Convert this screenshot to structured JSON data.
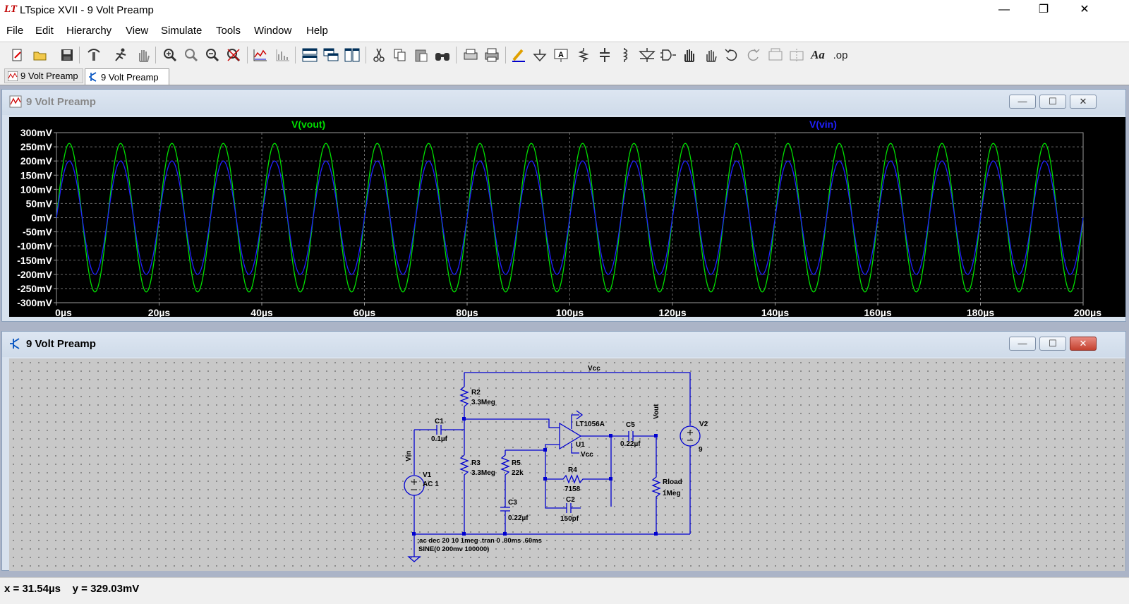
{
  "app": {
    "title": "LTspice XVII - 9 Volt Preamp",
    "logo_text": "LT",
    "controls": {
      "minimize": "—",
      "maximize": "❐",
      "close": "✕"
    }
  },
  "menu": [
    "File",
    "Edit",
    "Hierarchy",
    "View",
    "Simulate",
    "Tools",
    "Window",
    "Help"
  ],
  "toolbar": {
    "icons": [
      "new-schematic-icon",
      "open-icon",
      "save-icon",
      "control-panel-icon",
      "run-icon",
      "halt-icon",
      "zoom-in-icon",
      "zoom-pan-icon",
      "zoom-out-icon",
      "zoom-fit-icon",
      "autorange-icon",
      "fft-icon",
      "tile-horizontal-icon",
      "cascade-icon",
      "tile-vertical-icon",
      "cut-icon",
      "copy-icon",
      "paste-icon",
      "find-icon",
      "print-preview-icon",
      "print-icon",
      "wire-icon",
      "ground-icon",
      "label-net-icon",
      "resistor-icon",
      "capacitor-icon",
      "inductor-icon",
      "diode-icon",
      "component-icon",
      "move-icon",
      "drag-icon",
      "undo-icon",
      "redo-icon",
      "rotate-icon",
      "mirror-icon",
      "text-icon",
      "spice-directive-icon"
    ],
    "text_label": "Aa",
    "op_label": ".op"
  },
  "tabs": [
    {
      "label": "9 Volt Preamp",
      "kind": "waveform",
      "active": false
    },
    {
      "label": "9 Volt Preamp",
      "kind": "schematic",
      "active": true
    }
  ],
  "waveform_window": {
    "title": "9 Volt Preamp",
    "buttons": {
      "minimize": "—",
      "maximize": "☐",
      "close": "✕"
    }
  },
  "schematic_window": {
    "title": "9 Volt Preamp",
    "buttons": {
      "minimize": "—",
      "maximize": "☐",
      "close": "✕"
    },
    "labels": {
      "vcc_top": "Vcc",
      "r2": "R2",
      "r2_val": "3.3Meg",
      "c1": "C1",
      "c1_val": "0.1µf",
      "vin": "Vin",
      "r3": "R3",
      "r3_val": "3.3Meg",
      "v1": "V1",
      "v1_val": "AC 1",
      "r5": "R5",
      "r5_val": "22k",
      "c3": "C3",
      "c3_val": "0.22µf",
      "opamp": "LT1056A",
      "u1": "U1",
      "vcc_bot": "Vcc",
      "r4": "R4",
      "r4_val": "7158",
      "c2": "C2",
      "c2_val": "150pf",
      "c5": "C5",
      "c5_val": "0.22µf",
      "vout": "Vout",
      "rload": "Rload",
      "rload_val": "1Meg",
      "v2": "V2",
      "v2_val": "9",
      "directive1": ";ac dec 20 10 1meg   .tran 0 .80ms .60ms",
      "directive2": "SINE(0 200mv 100000)"
    },
    "colors": {
      "wire": "#0000d0",
      "text": "#000000",
      "background": "#c8c8c8"
    }
  },
  "chart_data": {
    "type": "line",
    "title": "",
    "xlabel": "",
    "ylabel": "",
    "x_unit": "µs",
    "xlim": [
      0,
      200
    ],
    "ylim": [
      -300,
      300
    ],
    "x_ticks": [
      0,
      20,
      40,
      60,
      80,
      100,
      120,
      140,
      160,
      180,
      200
    ],
    "x_tick_labels": [
      "0µs",
      "20µs",
      "40µs",
      "60µs",
      "80µs",
      "100µs",
      "120µs",
      "140µs",
      "160µs",
      "180µs",
      "200µs"
    ],
    "y_ticks": [
      300,
      250,
      200,
      150,
      100,
      50,
      0,
      -50,
      -100,
      -150,
      -200,
      -250,
      -300
    ],
    "y_tick_labels": [
      "300mV",
      "250mV",
      "200mV",
      "150mV",
      "100mV",
      "50mV",
      "0mV",
      "-50mV",
      "-100mV",
      "-150mV",
      "-200mV",
      "-250mV",
      "-300mV"
    ],
    "grid": true,
    "background": "#000000",
    "series": [
      {
        "name": "V(vout)",
        "color": "#00e000",
        "amplitude_mV": 262,
        "frequency_kHz": 100,
        "phase_deg": 0
      },
      {
        "name": "V(vin)",
        "color": "#2020ff",
        "amplitude_mV": 200,
        "frequency_kHz": 100,
        "phase_deg": 0
      }
    ]
  },
  "status": {
    "x_label": "x = ",
    "x_value": "31.54µs",
    "y_label": "y = ",
    "y_value": "329.03mV"
  }
}
